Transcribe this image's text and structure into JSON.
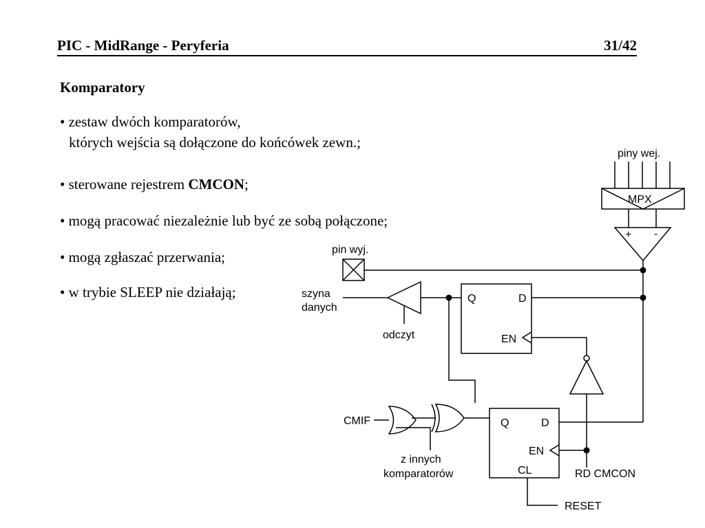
{
  "header": {
    "title": "PIC - MidRange - Peryferia",
    "page": "31/42"
  },
  "section_title": "Komparatory",
  "bullets": [
    {
      "text": "• zestaw dwóch komparatorów,",
      "cont": "których wejścia są dołączone do końcówek zewn.;"
    },
    {
      "pre": "• sterowane rejestrem ",
      "bold": "CMCON",
      "post": ";"
    },
    {
      "text": "• mogą pracować niezależnie lub być ze sobą połączone;"
    },
    {
      "text": "• mogą zgłaszać przerwania;"
    },
    {
      "text": "• w trybie SLEEP nie działają;"
    }
  ],
  "diagram": {
    "pins_in_label": "piny wej.",
    "mpx_label": "MPX",
    "comp_plus": "+",
    "comp_minus": "-",
    "pin_out_label": "pin wyj.",
    "bus_label_line1": "szyna",
    "bus_label_line2": "danych",
    "read_label": "odczyt",
    "latch1": {
      "q": "Q",
      "d": "D",
      "en": "EN"
    },
    "latch2": {
      "q": "Q",
      "d": "D",
      "en": "EN",
      "cl": "CL"
    },
    "cmif_label": "CMIF",
    "other_label_line1": "z innych",
    "other_label_line2": "komparatorów",
    "rd_label": "RD CMCON",
    "reset_label": "RESET"
  }
}
